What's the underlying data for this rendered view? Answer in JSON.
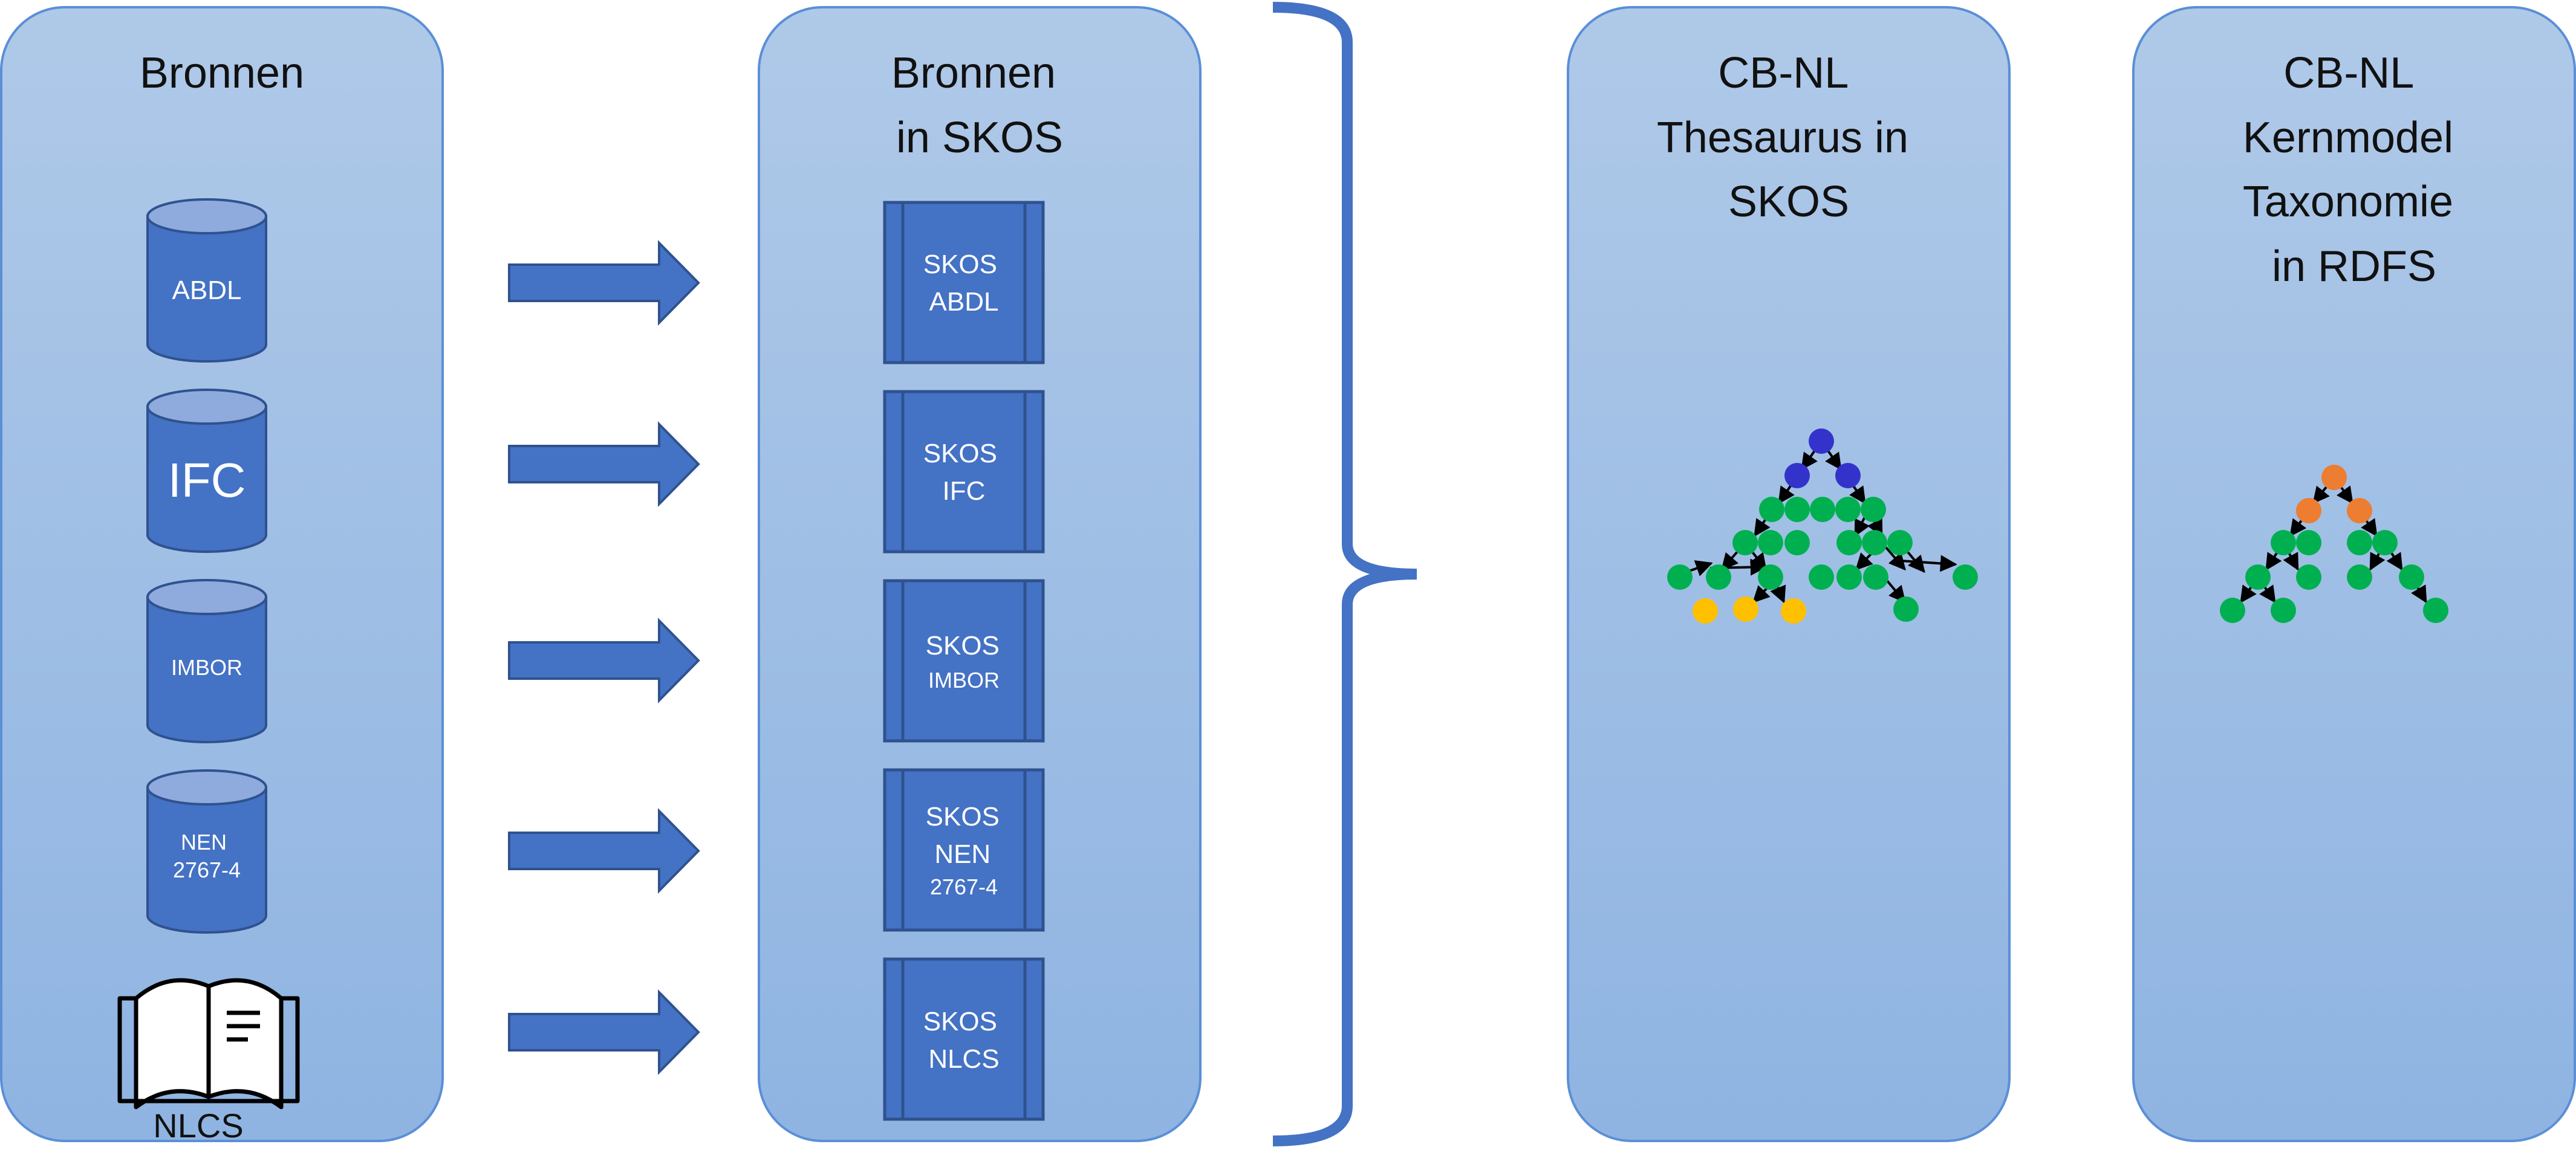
{
  "colors": {
    "panel_top": "#afc9e8",
    "panel_bottom": "#8fb4e2",
    "panel_stroke": "#5b8fd6",
    "shape_fill": "#4472c4",
    "shape_stroke": "#2f528f",
    "cylinder_top": "#8faadc",
    "bracket": "#4472c4",
    "node_blue": "#3333cc",
    "node_green": "#00b050",
    "node_yellow": "#ffc000",
    "node_orange": "#ed7d31",
    "edge": "#000000"
  },
  "panels": {
    "sources": {
      "title": "Bronnen"
    },
    "skos_sources": {
      "title_lines": [
        "Bronnen",
        "in SKOS"
      ]
    },
    "thesaurus": {
      "title_lines": [
        "CB-NL",
        "Thesaurus in",
        "SKOS"
      ]
    },
    "kernmodel": {
      "title_lines": [
        "CB-NL",
        "Kernmodel",
        "Taxonomie",
        "in RDFS"
      ]
    }
  },
  "sources": {
    "abdl": {
      "label_lines": [
        "ABDL"
      ]
    },
    "ifc": {
      "label_lines": [
        "IFC"
      ]
    },
    "imbor": {
      "label_lines": [
        "IMBOR"
      ]
    },
    "nen": {
      "label_lines": [
        "NEN",
        "2767-4"
      ]
    },
    "nlcs": {
      "label_lines": [
        "NLCS"
      ],
      "icon": "book-icon"
    }
  },
  "skos_boxes": {
    "abdl": {
      "label_lines": [
        "SKOS",
        "ABDL"
      ]
    },
    "ifc": {
      "label_lines": [
        "SKOS",
        "IFC"
      ]
    },
    "imbor": {
      "label_lines": [
        "SKOS",
        "IMBOR"
      ]
    },
    "nen": {
      "label_lines": [
        "SKOS",
        "NEN",
        "2767-4"
      ]
    },
    "nlcs": {
      "label_lines": [
        "SKOS",
        "NLCS"
      ]
    }
  },
  "connectors": {
    "arrow_icon": "right-arrow-icon",
    "brace_icon": "right-brace-icon"
  },
  "graphs": {
    "thesaurus": {
      "node_icon": "concept-node-icon",
      "legend": ""
    },
    "kernmodel": {
      "node_icon": "concept-node-icon",
      "legend": ""
    }
  }
}
